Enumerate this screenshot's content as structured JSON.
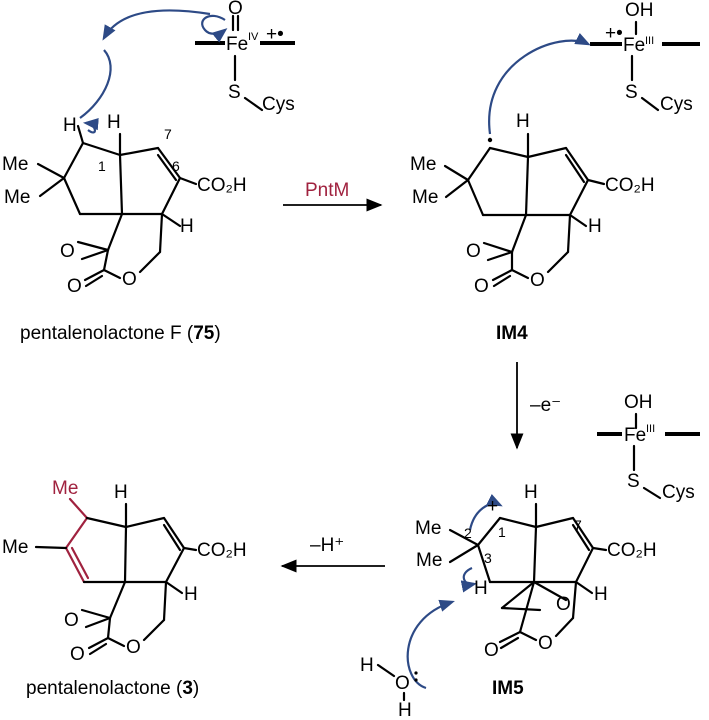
{
  "colors": {
    "bond": "#000000",
    "electron_push_arrow": "#2d4a86",
    "highlight": "#a0223f"
  },
  "labels": {
    "fe_iv": "Fe",
    "fe_iv_ox": "IV",
    "radical_cation": "+•",
    "oxo_o": "O",
    "s": "S",
    "cys": "Cys",
    "oh": "OH",
    "fe_iii": "Fe",
    "fe_iii_ox": "III",
    "radical_cation_2": "+•",
    "me": "Me",
    "co2h": "CO₂H",
    "h": "H",
    "num_1": "1",
    "num_2": "2",
    "num_3": "3",
    "num_6": "6",
    "num_7": "7",
    "o": "O",
    "plus": "+",
    "h2o_h": "H",
    "h2o_o": "O"
  },
  "reagents": {
    "step1": "PntM",
    "step2": "–e⁻",
    "step3": "–H⁺"
  },
  "captions": {
    "compound_f_prefix": "pentalenolactone F (",
    "compound_f_num": "75",
    "compound_f_suffix": ")",
    "im4": "IM4",
    "im5": "IM5",
    "compound_3_prefix": "pentalenolactone (",
    "compound_3_num": "3",
    "compound_3_suffix": ")"
  }
}
